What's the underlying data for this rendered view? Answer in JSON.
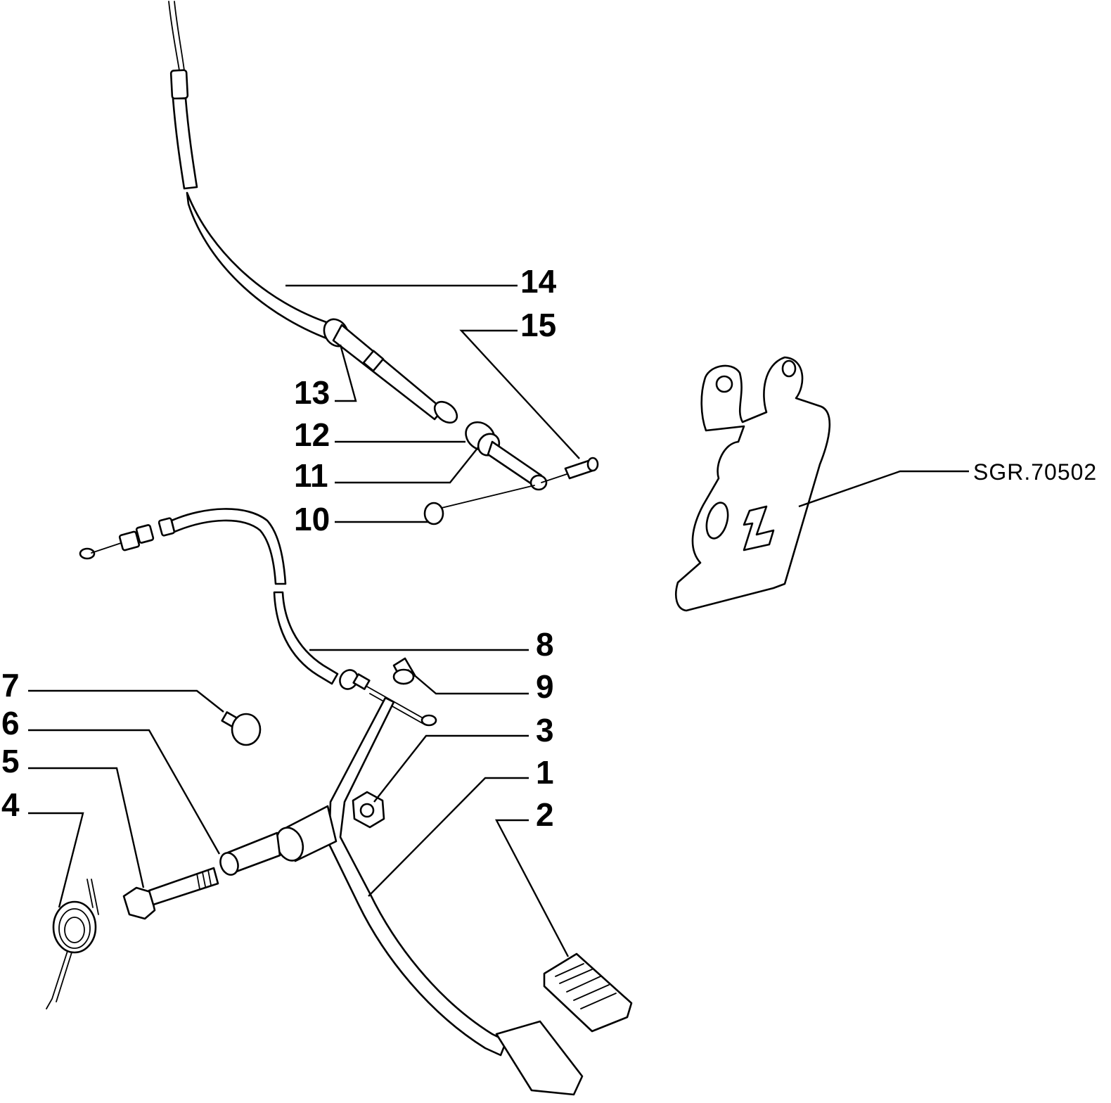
{
  "diagram": {
    "reference_code": "SGR.70502",
    "callouts": [
      {
        "id": "c1",
        "label": "1"
      },
      {
        "id": "c2",
        "label": "2"
      },
      {
        "id": "c3",
        "label": "3"
      },
      {
        "id": "c4",
        "label": "4"
      },
      {
        "id": "c5",
        "label": "5"
      },
      {
        "id": "c6",
        "label": "6"
      },
      {
        "id": "c7",
        "label": "7"
      },
      {
        "id": "c8",
        "label": "8"
      },
      {
        "id": "c9",
        "label": "9"
      },
      {
        "id": "c10",
        "label": "10"
      },
      {
        "id": "c11",
        "label": "11"
      },
      {
        "id": "c12",
        "label": "12"
      },
      {
        "id": "c13",
        "label": "13"
      },
      {
        "id": "c14",
        "label": "14"
      },
      {
        "id": "c15",
        "label": "15"
      }
    ]
  }
}
